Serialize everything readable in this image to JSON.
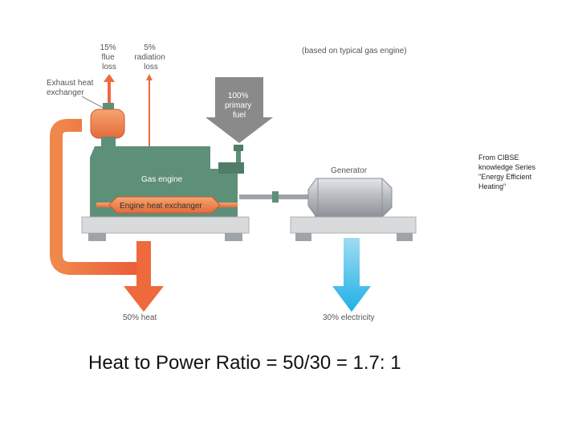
{
  "diagram": {
    "note": "(based on typical gas engine)",
    "flue_loss": [
      "15%",
      "flue",
      "loss"
    ],
    "radiation_loss": [
      "5%",
      "radiation",
      "loss"
    ],
    "exhaust_hx": [
      "Exhaust heat",
      "exchanger"
    ],
    "primary_fuel": [
      "100%",
      "primary",
      "fuel"
    ],
    "gas_engine": "Gas engine",
    "engine_hx": "Engine heat exchanger",
    "generator": "Generator",
    "heat_out": "50% heat",
    "electricity_out": "30% electricity"
  },
  "citation": [
    "From CIBSE",
    "knowledge Series",
    "\"Energy Efficient",
    "Heating\""
  ],
  "footer": {
    "ratio": "Heat to Power Ratio = 50/30 = 1.7: 1"
  },
  "colors": {
    "heat_orange": "#ee6a3c",
    "engine_green": "#5e8f78",
    "fuel_grey": "#8a8a8a",
    "electric_blue": "#29b6e8"
  }
}
